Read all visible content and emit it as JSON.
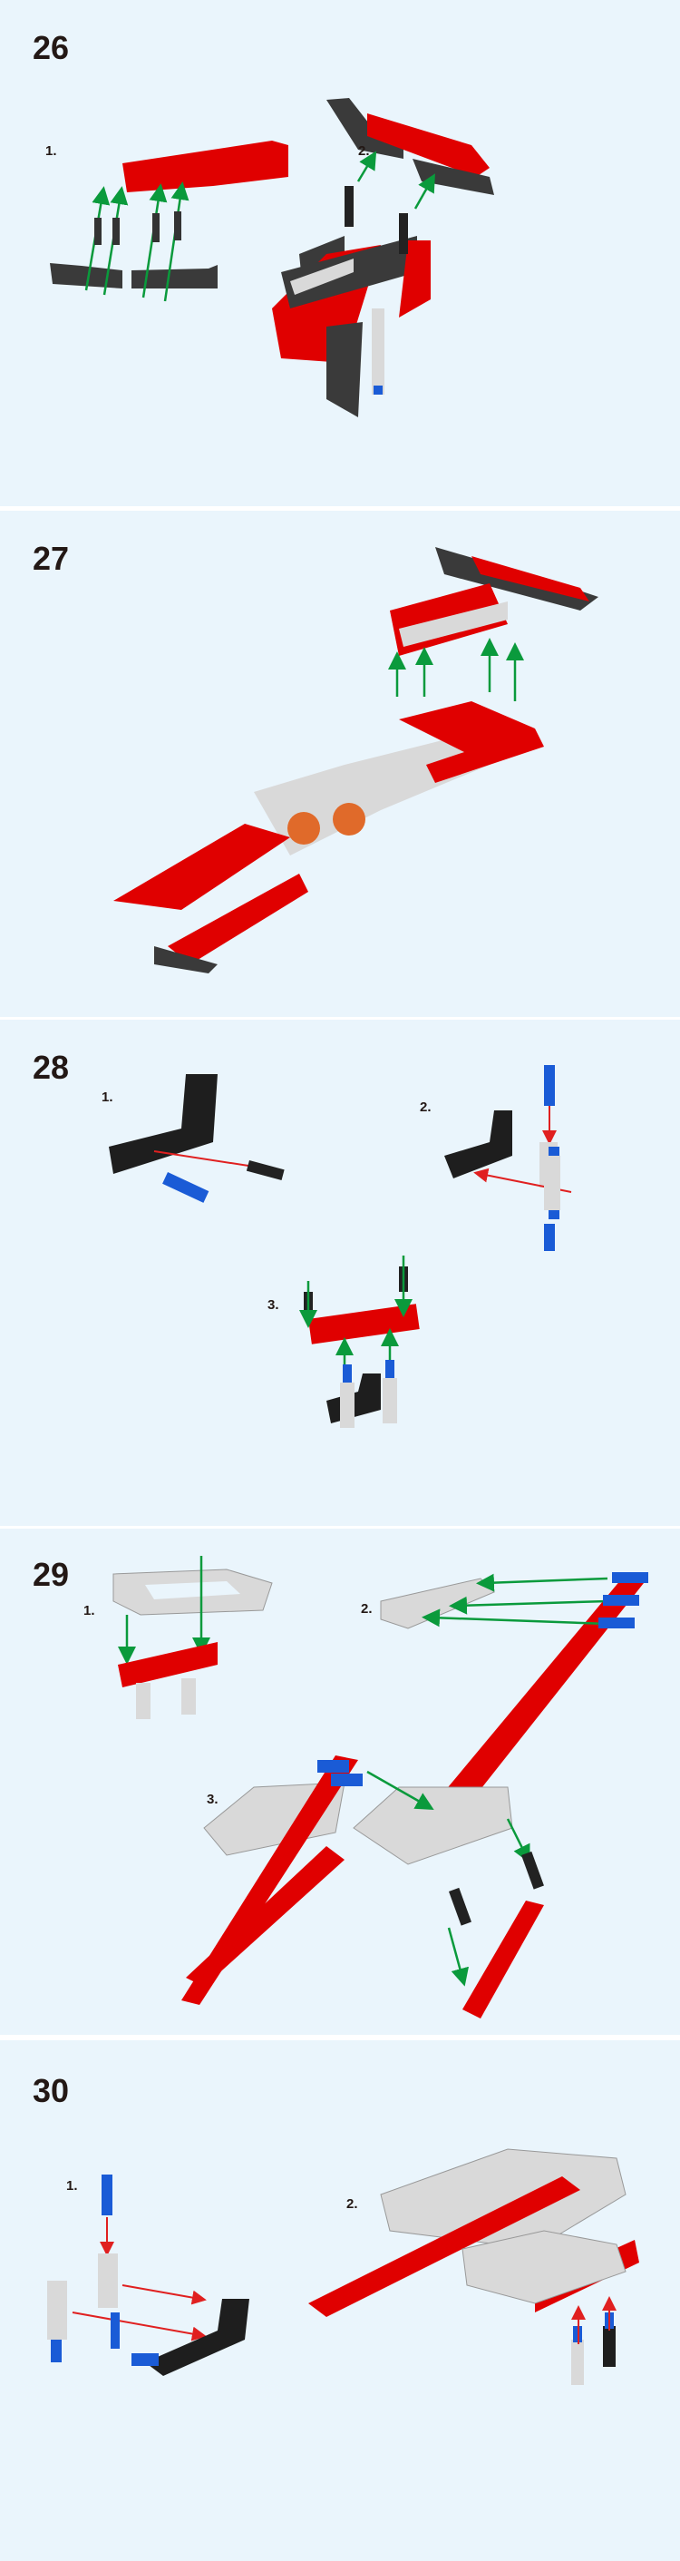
{
  "steps": [
    {
      "number": "26",
      "substeps": [
        "1.",
        "2."
      ]
    },
    {
      "number": "27",
      "substeps": []
    },
    {
      "number": "28",
      "substeps": [
        "1.",
        "2.",
        "3."
      ]
    },
    {
      "number": "29",
      "substeps": [
        "1.",
        "2.",
        "3."
      ]
    },
    {
      "number": "30",
      "substeps": [
        "1.",
        "2."
      ]
    }
  ],
  "colors": {
    "background": "#eaf5fc",
    "red_part": "#e00000",
    "black_part": "#3a3a3a",
    "grey_part": "#d9d9d9",
    "blue_pin": "#1a5bd6",
    "green_arrow": "#0a9a3c",
    "red_arrow": "#e02020"
  }
}
